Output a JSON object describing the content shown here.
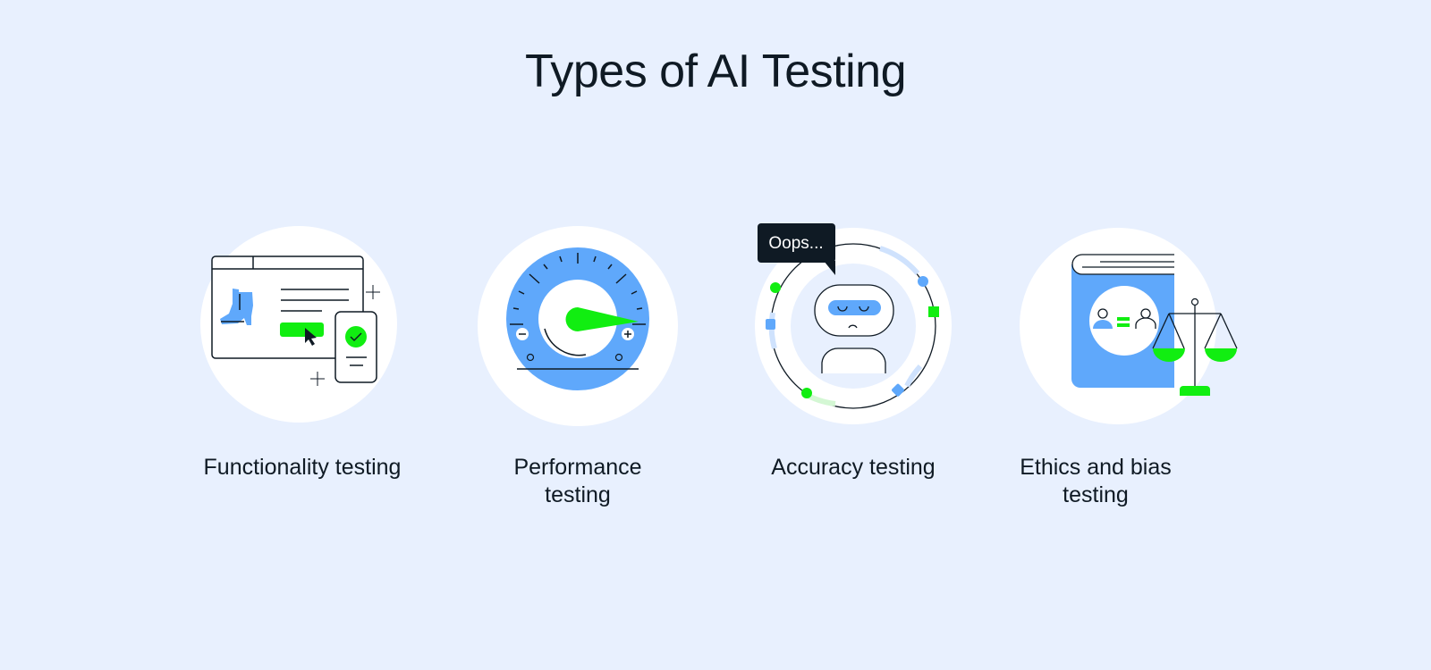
{
  "title": "Types of AI Testing",
  "colors": {
    "background": "#e8f0fe",
    "circle": "#ffffff",
    "blue": "#5fa8fb",
    "green": "#11ee11",
    "dark": "#0f1a24"
  },
  "items": [
    {
      "id": "functionality",
      "label": "Functionality testing",
      "illustration": "browser-window-with-boot-and-phone-check"
    },
    {
      "id": "performance",
      "label": "Performance testing",
      "illustration": "speedometer-gauge"
    },
    {
      "id": "accuracy",
      "label": "Accuracy testing",
      "illustration": "sad-robot-with-speech-bubble",
      "speech_bubble": "Oops..."
    },
    {
      "id": "ethics",
      "label": "Ethics and bias testing",
      "illustration": "book-with-equal-people-and-scales"
    }
  ]
}
